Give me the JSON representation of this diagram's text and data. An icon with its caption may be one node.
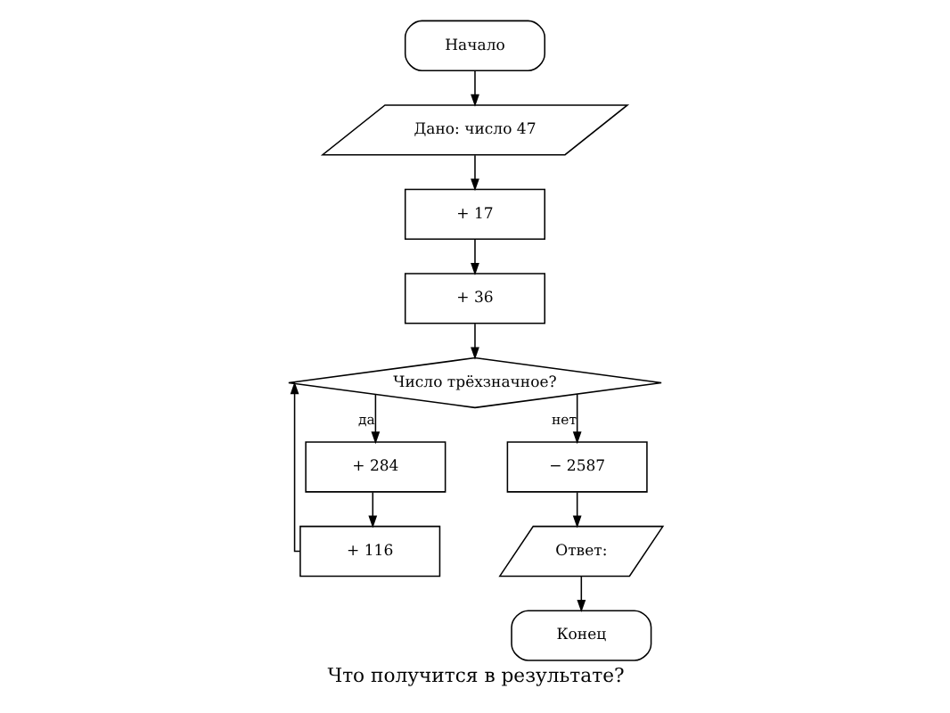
{
  "diagram": {
    "caption": "Что получится в результате?",
    "nodes": [
      {
        "text": [
          "Начало"
        ]
      },
      {
        "text": [
          "Дано: число 47"
        ]
      },
      {
        "text": [
          "+ 17"
        ]
      },
      {
        "text": [
          "+ 36"
        ]
      },
      {
        "text": [
          "Число трёхзначное?"
        ]
      },
      {
        "text": [
          "+ 284"
        ]
      },
      {
        "text": [
          "+ 116"
        ]
      },
      {
        "text": [
          "− 2587"
        ]
      },
      {
        "text": [
          "Ответ:"
        ]
      },
      {
        "text": [
          "Конец"
        ]
      }
    ],
    "edges": [
      {
        "from": 0,
        "to": 1,
        "arrow": "to"
      },
      {
        "from": 1,
        "to": 2,
        "arrow": "to"
      },
      {
        "from": 2,
        "to": 3,
        "arrow": "to"
      },
      {
        "from": 3,
        "to": 4,
        "arrow": "to"
      },
      {
        "from": 4,
        "to": 5,
        "arrow": "to",
        "label": "да"
      },
      {
        "from": 5,
        "to": 6,
        "arrow": "to"
      },
      {
        "from": 6,
        "to": 4,
        "arrow": "to"
      },
      {
        "from": 4,
        "to": 7,
        "arrow": "to",
        "label": "нет"
      },
      {
        "from": 7,
        "to": 8,
        "arrow": "to"
      },
      {
        "from": 8,
        "to": 9,
        "arrow": "to"
      }
    ]
  }
}
